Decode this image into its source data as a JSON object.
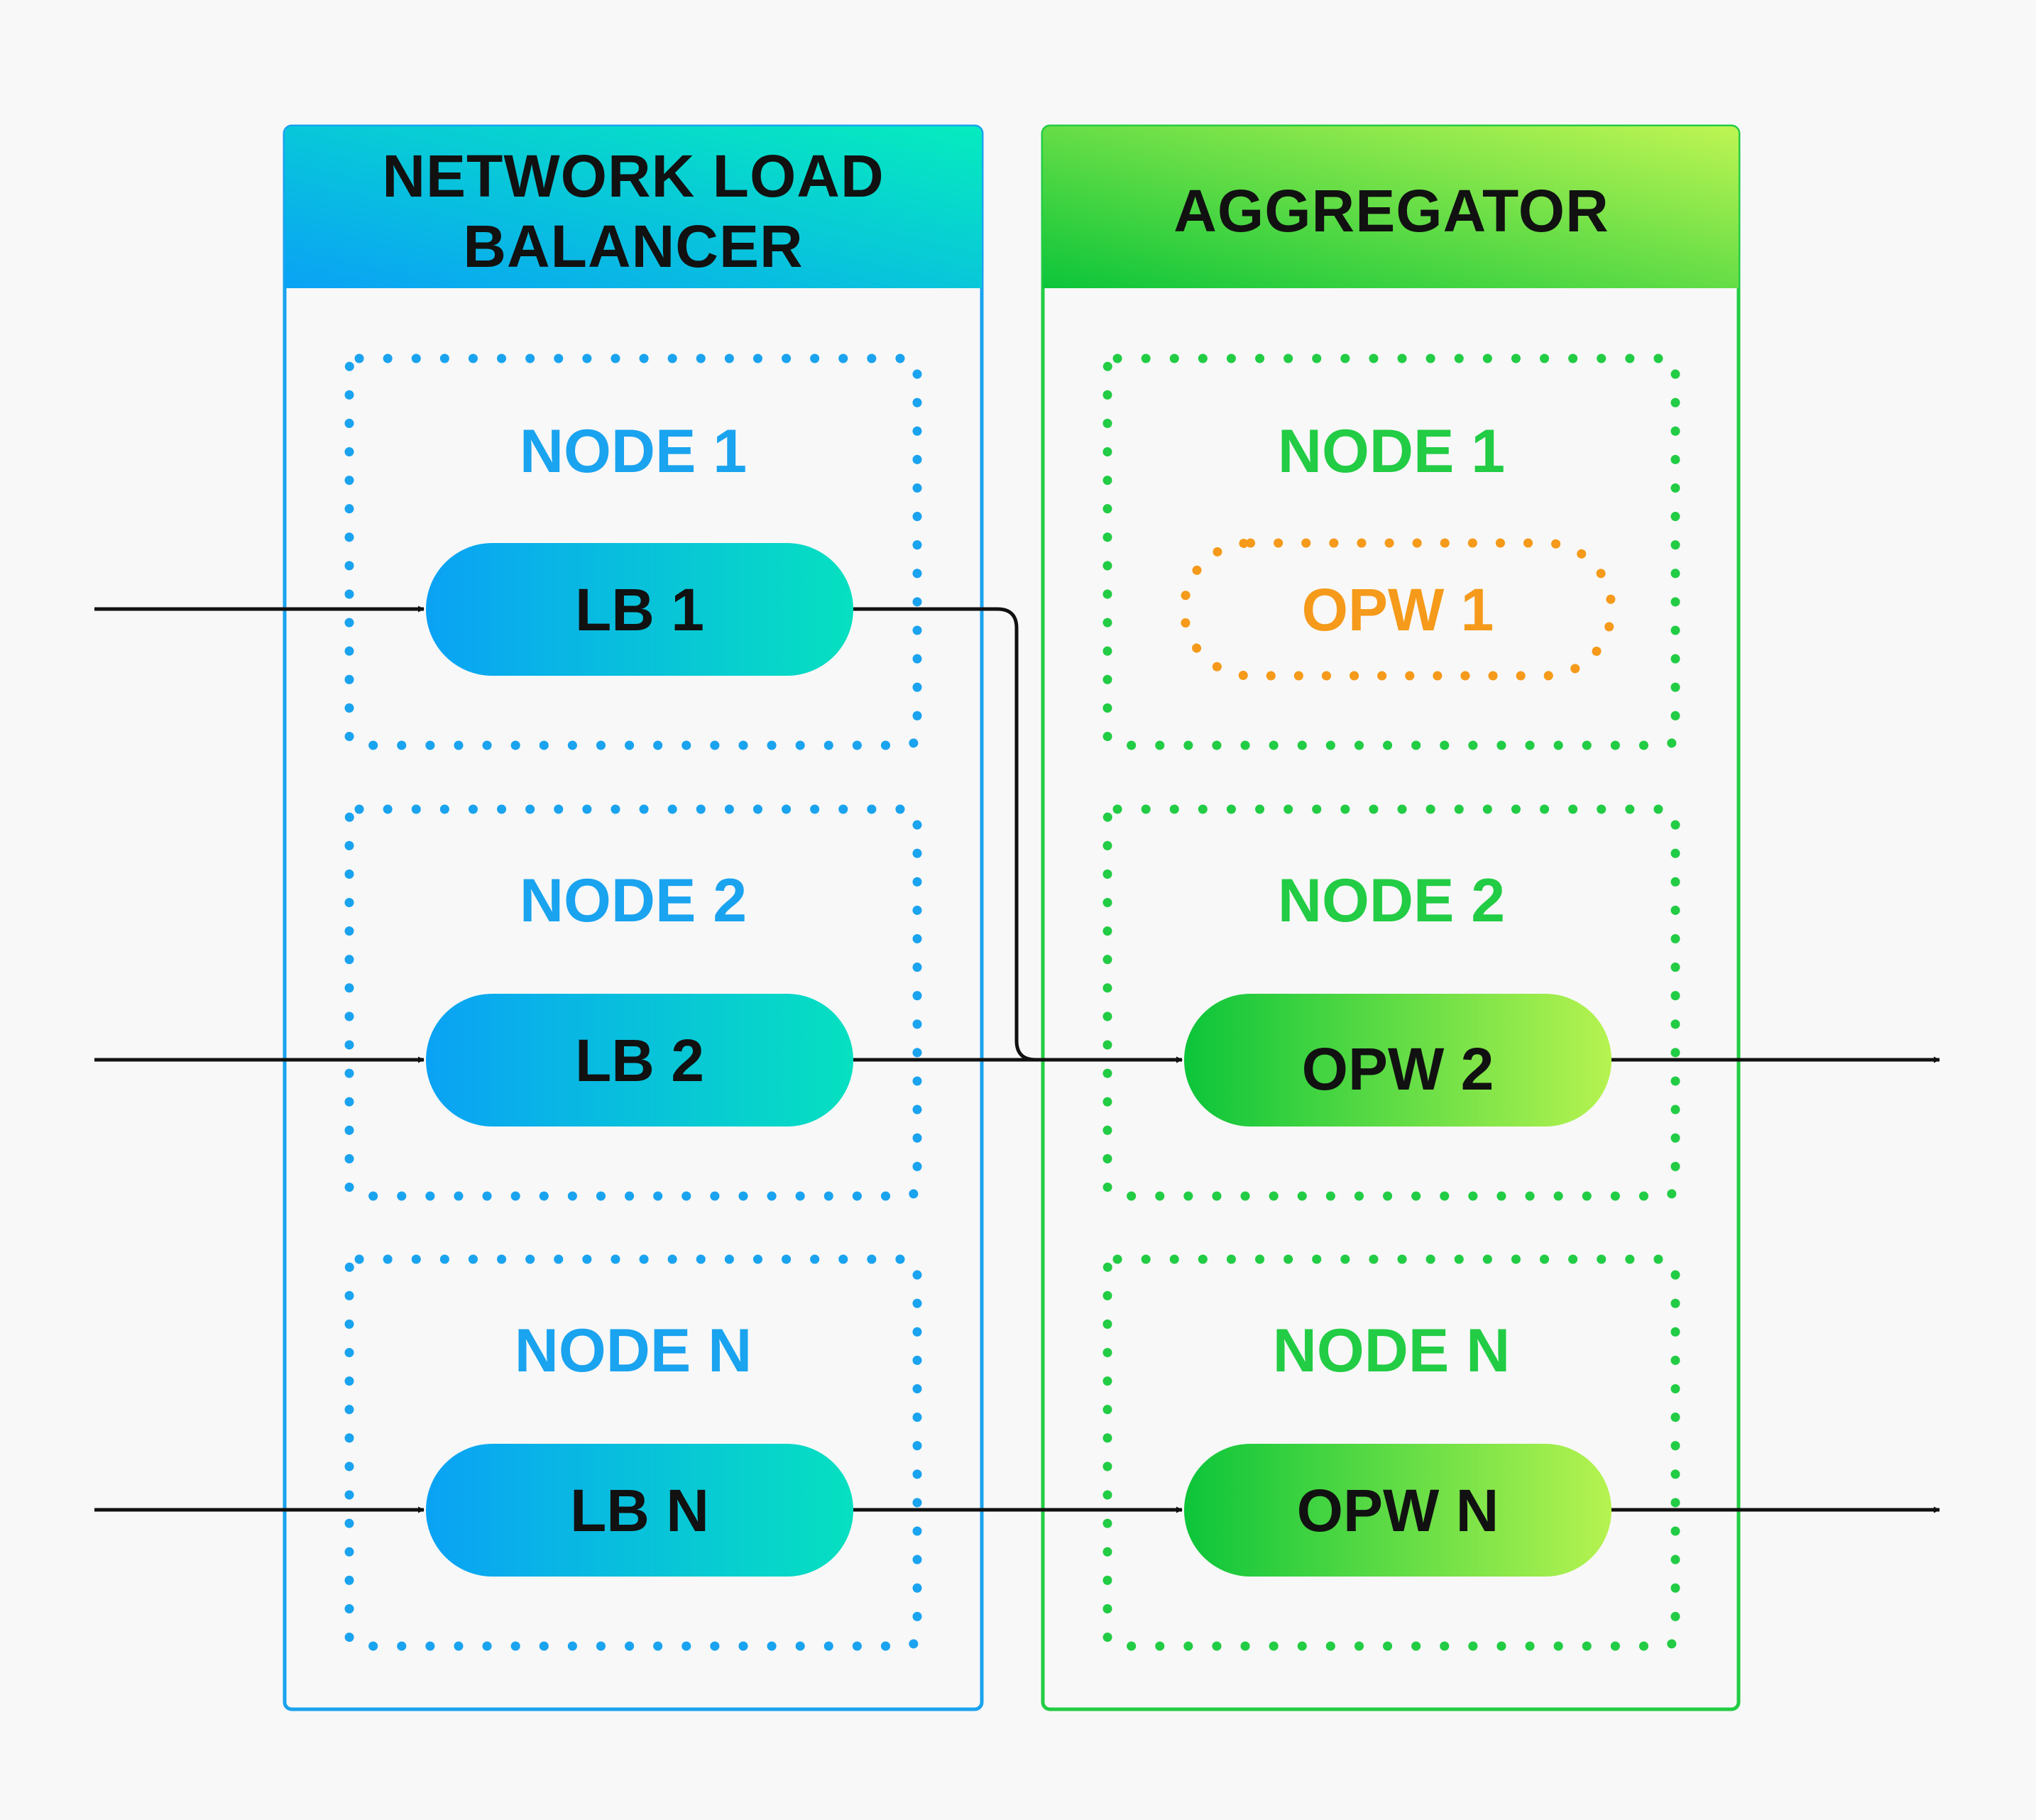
{
  "colors": {
    "background": "#f8f8f8",
    "blue": "#1aa3ef",
    "green": "#22cc44",
    "orange": "#f59a1a",
    "arrow": "#111111",
    "blue_gradient": [
      "#0aa2f5",
      "#06e0c0"
    ],
    "green_gradient": [
      "#0cc53a",
      "#b6f350"
    ]
  },
  "load_balancer": {
    "title_line1": "NETWORK LOAD",
    "title_line2": "BALANCER",
    "nodes": [
      {
        "label": "NODE 1",
        "pill": "LB 1"
      },
      {
        "label": "NODE 2",
        "pill": "LB 2"
      },
      {
        "label": "NODE N",
        "pill": "LB N"
      }
    ]
  },
  "aggregator": {
    "title": "AGGREGATOR",
    "nodes": [
      {
        "label": "NODE 1",
        "pill": "OPW 1",
        "pill_state": "dotted-orange"
      },
      {
        "label": "NODE 2",
        "pill": "OPW 2",
        "pill_state": "active"
      },
      {
        "label": "NODE N",
        "pill": "OPW N",
        "pill_state": "active"
      }
    ]
  },
  "connections": [
    {
      "from": "input",
      "to": "LB 1"
    },
    {
      "from": "input",
      "to": "LB 2"
    },
    {
      "from": "input",
      "to": "LB N"
    },
    {
      "from": "LB 1",
      "to": "OPW 2"
    },
    {
      "from": "LB 2",
      "to": "OPW 2"
    },
    {
      "from": "LB N",
      "to": "OPW N"
    },
    {
      "from": "OPW 2",
      "to": "output"
    },
    {
      "from": "OPW N",
      "to": "output"
    }
  ]
}
